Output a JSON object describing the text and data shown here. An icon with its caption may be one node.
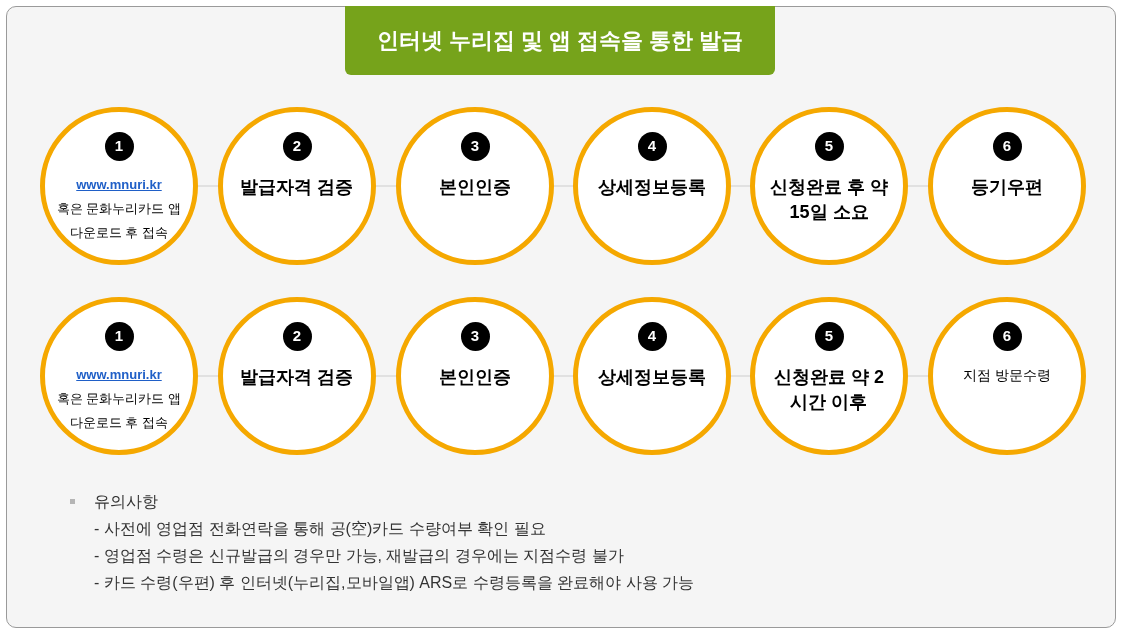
{
  "diagram": {
    "title": "인터넷 누리집 및 앱 접속을 통한 발급",
    "nodes": [
      {
        "text": [
          "1",
          "www.mnuri.kr",
          "혹은 문화누리카드 앱 다운로드 후 접속"
        ]
      },
      {
        "text": [
          "2",
          "발급자격 검증"
        ]
      },
      {
        "text": [
          "3",
          "본인인증"
        ]
      },
      {
        "text": [
          "4",
          "상세정보등록"
        ]
      },
      {
        "text": [
          "5",
          "신청완료 후 약 15일 소요"
        ]
      },
      {
        "text": [
          "6",
          "등기우편"
        ]
      },
      {
        "text": [
          "1",
          "www.mnuri.kr",
          "혹은 문화누리카드 앱 다운로드 후 접속"
        ]
      },
      {
        "text": [
          "2",
          "발급자격 검증"
        ]
      },
      {
        "text": [
          "3",
          "본인인증"
        ]
      },
      {
        "text": [
          "4",
          "상세정보등록"
        ]
      },
      {
        "text": [
          "5",
          "신청완료 약 2시간 이후"
        ]
      },
      {
        "text": [
          "6",
          "지점 방문수령"
        ]
      }
    ],
    "edges": [
      {
        "from": 0,
        "to": 1,
        "arrow": "none"
      },
      {
        "from": 1,
        "to": 2,
        "arrow": "none"
      },
      {
        "from": 2,
        "to": 3,
        "arrow": "none"
      },
      {
        "from": 3,
        "to": 4,
        "arrow": "none"
      },
      {
        "from": 4,
        "to": 5,
        "arrow": "none"
      },
      {
        "from": 6,
        "to": 7,
        "arrow": "none"
      },
      {
        "from": 7,
        "to": 8,
        "arrow": "none"
      },
      {
        "from": 8,
        "to": 9,
        "arrow": "none"
      },
      {
        "from": 9,
        "to": 10,
        "arrow": "none"
      },
      {
        "from": 10,
        "to": 11,
        "arrow": "none"
      }
    ],
    "labels": [
      "유의사항",
      "- 사전에 영업점 전화연락을 통해 공(空)카드 수량여부 확인 필요",
      "- 영업점 수령은 신규발급의 경우만 가능, 재발급의 경우에는 지점수령 불가",
      "- 카드 수령(우편) 후 인터넷(누리집,모바일앱) ARS로 수령등록을 완료해야 사용 가능"
    ]
  }
}
